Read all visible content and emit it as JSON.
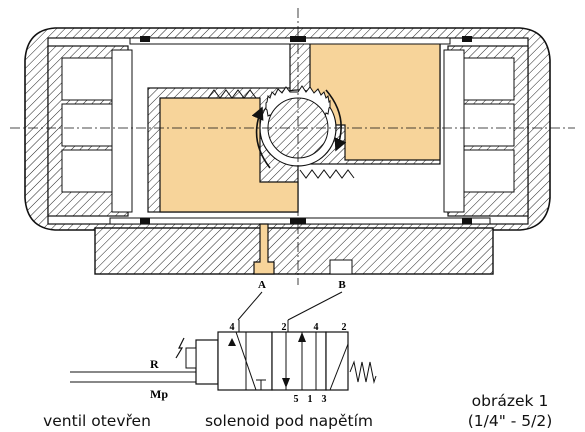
{
  "ports": {
    "a": "A",
    "b": "B"
  },
  "valve": {
    "port_labels": {
      "p4_left": "4",
      "p2_mid": "2",
      "p4_mid": "4",
      "p2_right": "2",
      "p5": "5",
      "p1": "1",
      "p3": "3"
    },
    "signal_r": "R",
    "signal_mp": "Mp"
  },
  "captions": {
    "left": "ventil otevřen",
    "middle": "solenoid pod napětím",
    "figure_title": "obrázek 1",
    "figure_subtitle": "(1/4\" - 5/2)"
  },
  "colors": {
    "chamber": "#f7d49a",
    "line": "#111111",
    "hatch": "#222222"
  }
}
